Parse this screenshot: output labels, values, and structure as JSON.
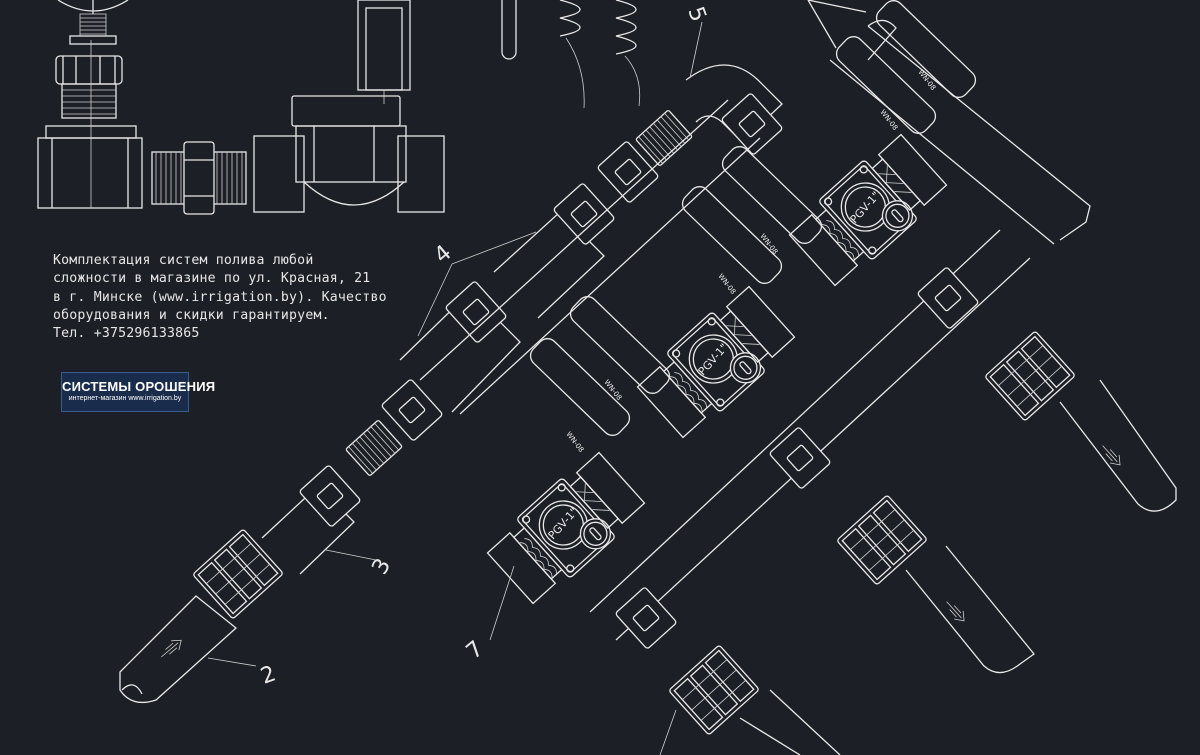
{
  "info": {
    "lines": [
      "Комплектация систем полива любой",
      "сложности в магазине по ул. Красная, 21",
      "в г. Минске (www.irrigation.by). Качество",
      "оборудования и скидки гарантируем.",
      "Тел. +375296133865"
    ]
  },
  "logo": {
    "title": "СИСТЕМЫ ОРОШЕНИЯ",
    "subtitle": "интернет-магазин www.irrigation.by"
  },
  "valves": {
    "label": "PGV-1\"",
    "items": [
      "valve-1",
      "valve-2",
      "valve-3"
    ]
  },
  "hose_label": "WN-08",
  "callouts": [
    "2",
    "3",
    "4",
    "5",
    "7"
  ],
  "colors": {
    "background": "#1c1f26",
    "lines": "#e8e8e8",
    "logo_background": "#1a2c4c"
  }
}
